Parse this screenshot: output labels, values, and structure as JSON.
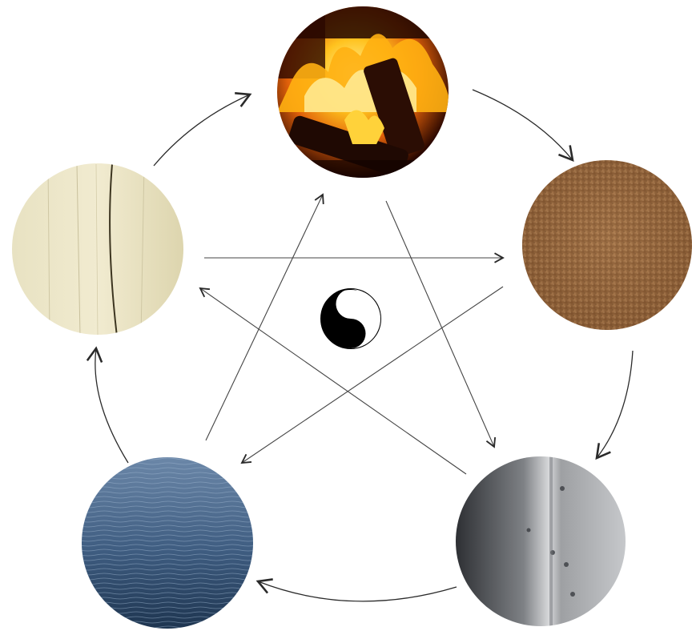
{
  "diagram": {
    "nodes": [
      {
        "id": "fire",
        "name": "fire-circle",
        "texture": "flames-over-logs",
        "colors": [
          "#1a0600",
          "#ffd23a"
        ]
      },
      {
        "id": "earth",
        "name": "earth-circle",
        "texture": "brown-soil",
        "colors": [
          "#7a4f2b",
          "#b68658"
        ]
      },
      {
        "id": "metal",
        "name": "metal-circle",
        "texture": "grey-steel-plate",
        "colors": [
          "#3a3d42",
          "#cfd1d3"
        ]
      },
      {
        "id": "water",
        "name": "water-circle",
        "texture": "blue-water-ripples",
        "colors": [
          "#1e3550",
          "#6b87a8"
        ]
      },
      {
        "id": "wood",
        "name": "wood-circle",
        "texture": "pale-wood-grain",
        "colors": [
          "#dfd8b4",
          "#f2edd2"
        ]
      }
    ],
    "generating_cycle": [
      [
        "fire",
        "earth"
      ],
      [
        "earth",
        "metal"
      ],
      [
        "metal",
        "water"
      ],
      [
        "water",
        "wood"
      ],
      [
        "wood",
        "fire"
      ]
    ],
    "controlling_cycle": [
      [
        "wood",
        "earth"
      ],
      [
        "earth",
        "water"
      ],
      [
        "water",
        "fire"
      ],
      [
        "fire",
        "metal"
      ],
      [
        "metal",
        "wood"
      ]
    ],
    "center_icon": "yin-yang-icon",
    "colors": {
      "outer_arrow": "#2a2a2a",
      "inner_arrow": "#444444",
      "background": "#ffffff"
    }
  }
}
